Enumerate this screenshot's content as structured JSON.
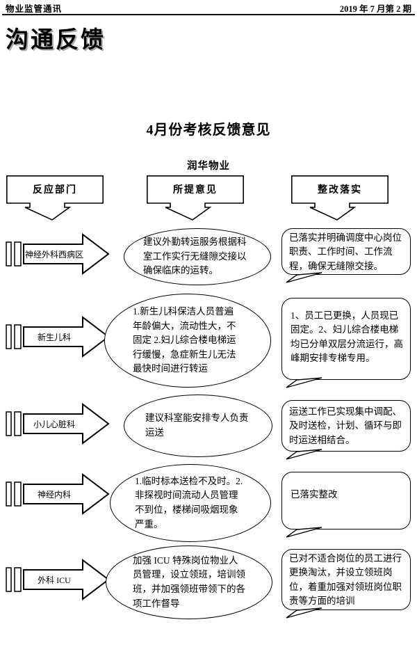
{
  "page_header": {
    "publication": "物业监管通讯",
    "issue": "2019 年 7 月第 2 期"
  },
  "section_title": "沟通反馈",
  "report": {
    "title": "4月份考核反馈意见",
    "subtitle": "润华物业",
    "columns": [
      {
        "label": "反应部门"
      },
      {
        "label": "所提意见"
      },
      {
        "label": "整改落实"
      }
    ],
    "rows": [
      {
        "department": "神经外科西病区",
        "opinion": "建议外勤转运服务根据科室工作实行无缝隙交接以确保临床的运转。",
        "resolution": "已落实并明确调度中心岗位职责、工作时间、工作流程，确保无缝隙交接。"
      },
      {
        "department": "新生儿科",
        "opinion": "1.新生儿科保洁人员普遍年龄偏大，流动性大，不固定 2.妇儿综合楼电梯运行缓慢，急症新生儿无法最快时间进行转运",
        "resolution": "1、员工已更换，人员现已固定。2、妇儿综合楼电梯均已分单双层分流运行，高峰期安排专梯专用。"
      },
      {
        "department": "小儿心脏科",
        "opinion": "建议科室能安排专人负责运送",
        "resolution": "运送工作已实现集中调配、及时送检，计划、循环与即时运送相结合。"
      },
      {
        "department": "神经内科",
        "opinion": "1.临时标本送检不及时。2.非探视时间流动人员管理不到位，楼梯间吸烟现象严重。",
        "resolution": "已落实整改"
      },
      {
        "department": "外科 ICU",
        "opinion": "加强 ICU 特殊岗位物业人员管理，设立领班，培训领班，并加强领班带领下的各项工作督导",
        "resolution": "已对不适合岗位的员工进行更换淘汰，并设立领班岗位，着重加强对领班岗位职责等方面的培训"
      }
    ]
  },
  "colors": {
    "ink": "#000000",
    "paper": "#ffffff",
    "title_shadow": "#a8a8a8"
  }
}
